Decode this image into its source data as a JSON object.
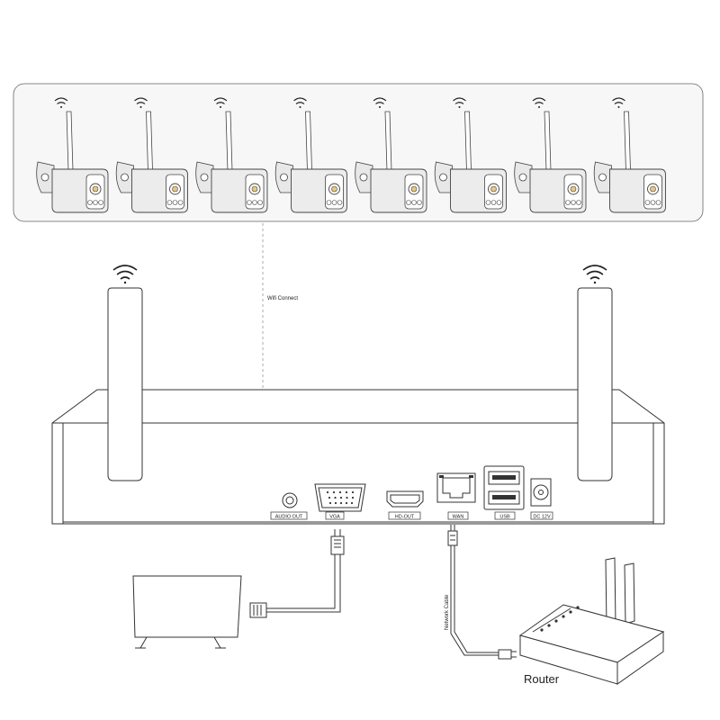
{
  "labels": {
    "wifi_connect": "Wifi Connect",
    "network_cable": "Network Cable",
    "router": "Router"
  },
  "ports": [
    "AUDIO OUT",
    "VGA",
    "HD-OUT",
    "WAN",
    "USB",
    "DC 12V"
  ],
  "camera_count": 8,
  "colors": {
    "stroke": "#333333",
    "panel_fill": "#f7f7f7",
    "camera_fill": "#ececec"
  }
}
